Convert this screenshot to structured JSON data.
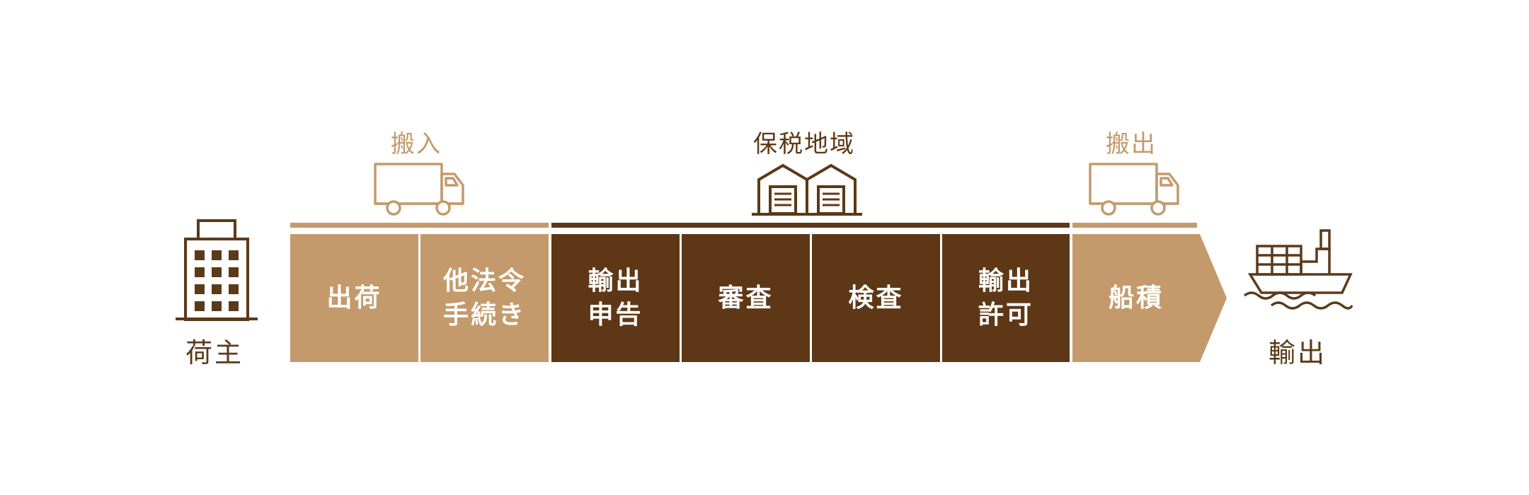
{
  "colors": {
    "light": "#c49a6c",
    "dark": "#5e3816",
    "icon_dark": "#5b3a1a"
  },
  "shipper": {
    "label": "荷主",
    "icon": "office-building-icon"
  },
  "export": {
    "label": "輸出",
    "icon": "cargo-ship-icon"
  },
  "headers": {
    "carry_in": "搬入",
    "bonded_area": "保税地域",
    "carry_out": "搬出"
  },
  "header_icons": [
    "truck-icon",
    "warehouse-icon",
    "truck-icon"
  ],
  "steps": [
    {
      "label": "出荷",
      "tone": "light"
    },
    {
      "label": "他法令\n手続き",
      "tone": "light"
    },
    {
      "label": "輸出\n申告",
      "tone": "dark"
    },
    {
      "label": "審査",
      "tone": "dark"
    },
    {
      "label": "検査",
      "tone": "dark"
    },
    {
      "label": "輸出\n許可",
      "tone": "dark"
    },
    {
      "label": "船積",
      "tone": "light"
    }
  ]
}
